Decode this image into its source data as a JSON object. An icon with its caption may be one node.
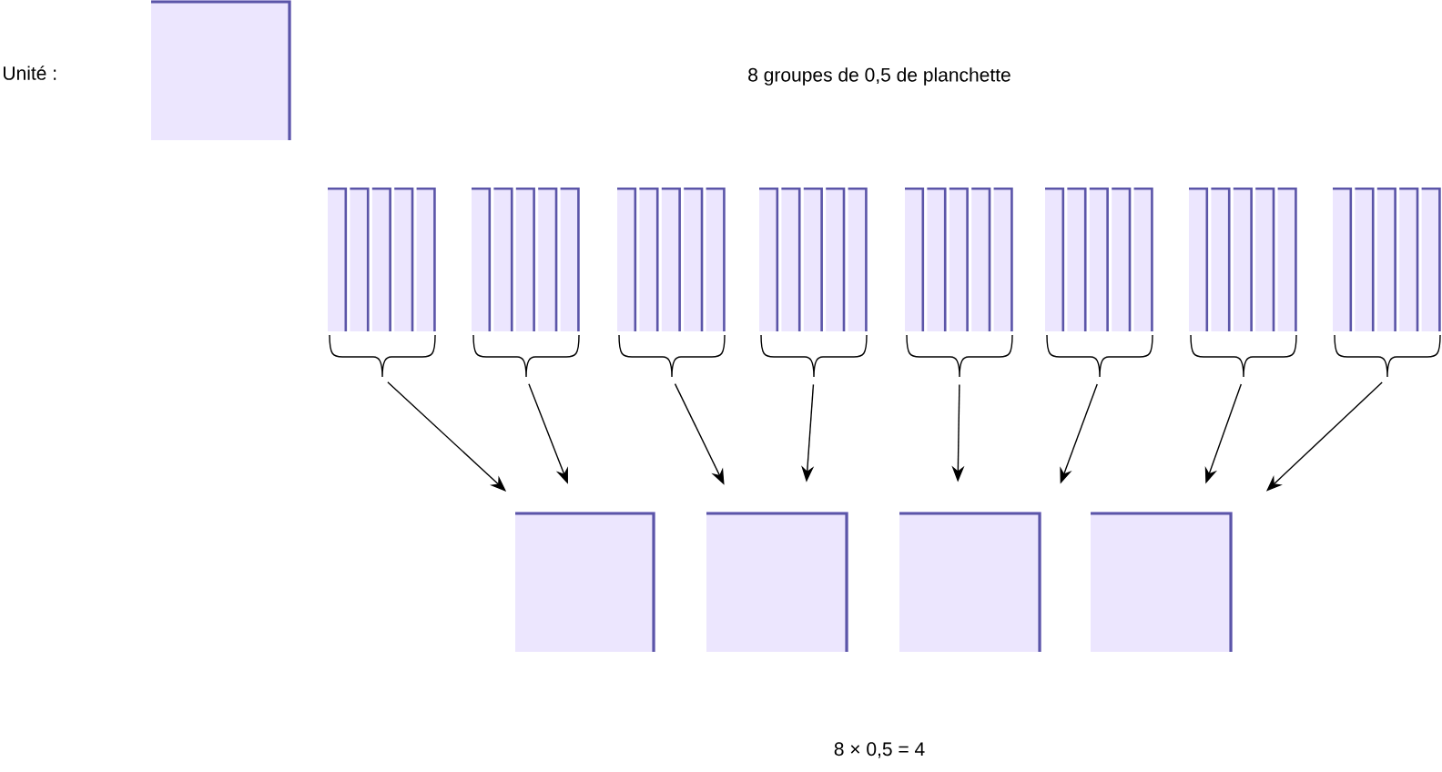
{
  "diagram": {
    "title": "8 groupes de 0,5 de planchette",
    "nodes": [
      {
        "text": [],
        "shape": "box"
      },
      {
        "text": [],
        "shape": "bar"
      },
      {
        "text": [],
        "shape": "bar"
      },
      {
        "text": [],
        "shape": "bar"
      },
      {
        "text": [],
        "shape": "bar"
      },
      {
        "text": [],
        "shape": "bar"
      },
      {
        "text": [],
        "shape": "bar"
      },
      {
        "text": [],
        "shape": "bar"
      },
      {
        "text": [],
        "shape": "bar"
      },
      {
        "text": [],
        "shape": "box"
      },
      {
        "text": [],
        "shape": "box"
      },
      {
        "text": [],
        "shape": "box"
      },
      {
        "text": [],
        "shape": "box"
      }
    ],
    "edges": [
      {
        "from": 1,
        "to": 9,
        "arrow": "to"
      },
      {
        "from": 2,
        "to": 9,
        "arrow": "to"
      },
      {
        "from": 3,
        "to": 10,
        "arrow": "to"
      },
      {
        "from": 4,
        "to": 10,
        "arrow": "to"
      },
      {
        "from": 5,
        "to": 11,
        "arrow": "to"
      },
      {
        "from": 6,
        "to": 11,
        "arrow": "to"
      },
      {
        "from": 7,
        "to": 12,
        "arrow": "to"
      },
      {
        "from": 8,
        "to": 12,
        "arrow": "to"
      }
    ],
    "labels": [
      "Unité :",
      "8 × 0,5 = 4"
    ]
  }
}
